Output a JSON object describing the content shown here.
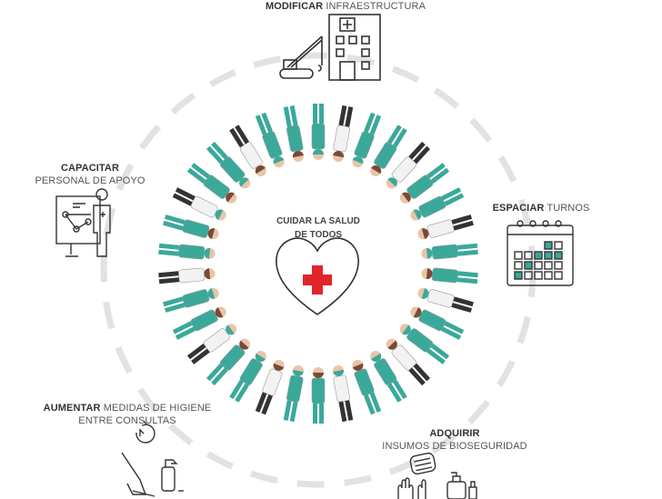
{
  "title": "CUIDAR LA SALUD DE TODOS",
  "center": {
    "line1": "CUIDAR LA SALUD",
    "line2": "DE TODOS",
    "icon": "heart-with-red-cross-icon"
  },
  "actions": [
    {
      "verb": "MODIFICAR",
      "rest": "INFRAESTRUCTURA",
      "icon": "crane-and-hospital-icon"
    },
    {
      "verb": "CAPACITAR",
      "rest": "PERSONAL DE APOYO",
      "icon": "trainer-whiteboard-icon"
    },
    {
      "verb": "ESPACIAR",
      "rest": "TURNOS",
      "icon": "calendar-icon"
    },
    {
      "verb": "AUMENTAR",
      "rest": "MEDIDAS DE HIGIENE",
      "rest2": "ENTRE CONSULTAS",
      "icon": "cleaning-hand-spray-icon"
    },
    {
      "verb": "ADQUIRIR",
      "rest": "INSUMOS DE BIOSEGURIDAD",
      "icon": "mask-gloves-sanitizer-icon"
    }
  ],
  "colors": {
    "teal": "#3aa99a",
    "red": "#e0242a",
    "dash": "#e0e0e0",
    "ink": "#333333"
  }
}
